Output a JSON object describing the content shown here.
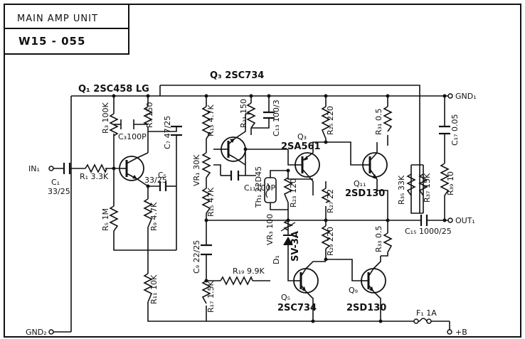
{
  "header": {
    "title": "MAIN AMP UNIT",
    "model": "W15 - 055"
  },
  "terminals": {
    "in1": "IN₁",
    "gnd2": "GND₂",
    "gnd1": "GND₁",
    "out1": "OUT₁",
    "plus_b": "+B"
  },
  "transistors": {
    "q1": "Q₁ 2SC458 LG",
    "q3_top": "Q₃ 2SC734",
    "q3_label": "Q₃",
    "q3_part": "2SA561",
    "q11_label": "Q₁₁",
    "q11_part": "2SD130",
    "q5_label": "Q₅",
    "q5_part": "2SC734",
    "q9_label": "Q₉",
    "q9_part": "2SD130"
  },
  "components": {
    "c1": "C₁",
    "c1v": "33/25",
    "r1": "R₁ 3.3K",
    "r3": "R₃ 100K",
    "c3": "C₃100P",
    "r7": "R₇ 150",
    "c7": "C₇ 47/25",
    "c5": "C₅",
    "c5v": "33/25",
    "r5": "R₅ 1M",
    "r9": "R₉ 4.7K",
    "r11": "R₁₁ 10K",
    "r13": "R₁₃ 4.7K",
    "vr1": "VR₁ 30K",
    "r15": "R₁₅ 47K",
    "r21": "R₂₁ 150",
    "c13": "C₁₃ 100/3",
    "c11": "C₁₁100P",
    "th1": "Th₁ 22D45",
    "r23": "R₂₃ 120",
    "r25": "R₂₅ 220",
    "r27": "R₂₇ 22",
    "r29": "R₂₉ 220",
    "r31": "R₃₁ 0.5",
    "r33": "R₃₃ 0.5",
    "c17": "C₁₇ 0.05",
    "r35": "R₃₅ 33K",
    "r37": "R₃₇ 15K",
    "r39": "R₃₉ 10",
    "c15": "C₁₅ 1000/25",
    "c9": "C₉ 22/25",
    "vr3": "VR₃ 100",
    "d1": "D₁",
    "d1part": "SV-3A",
    "r19": "R₁₉ 9.9K",
    "r17": "R₁₇ 1.5K",
    "f1": "F₁ 1A"
  }
}
